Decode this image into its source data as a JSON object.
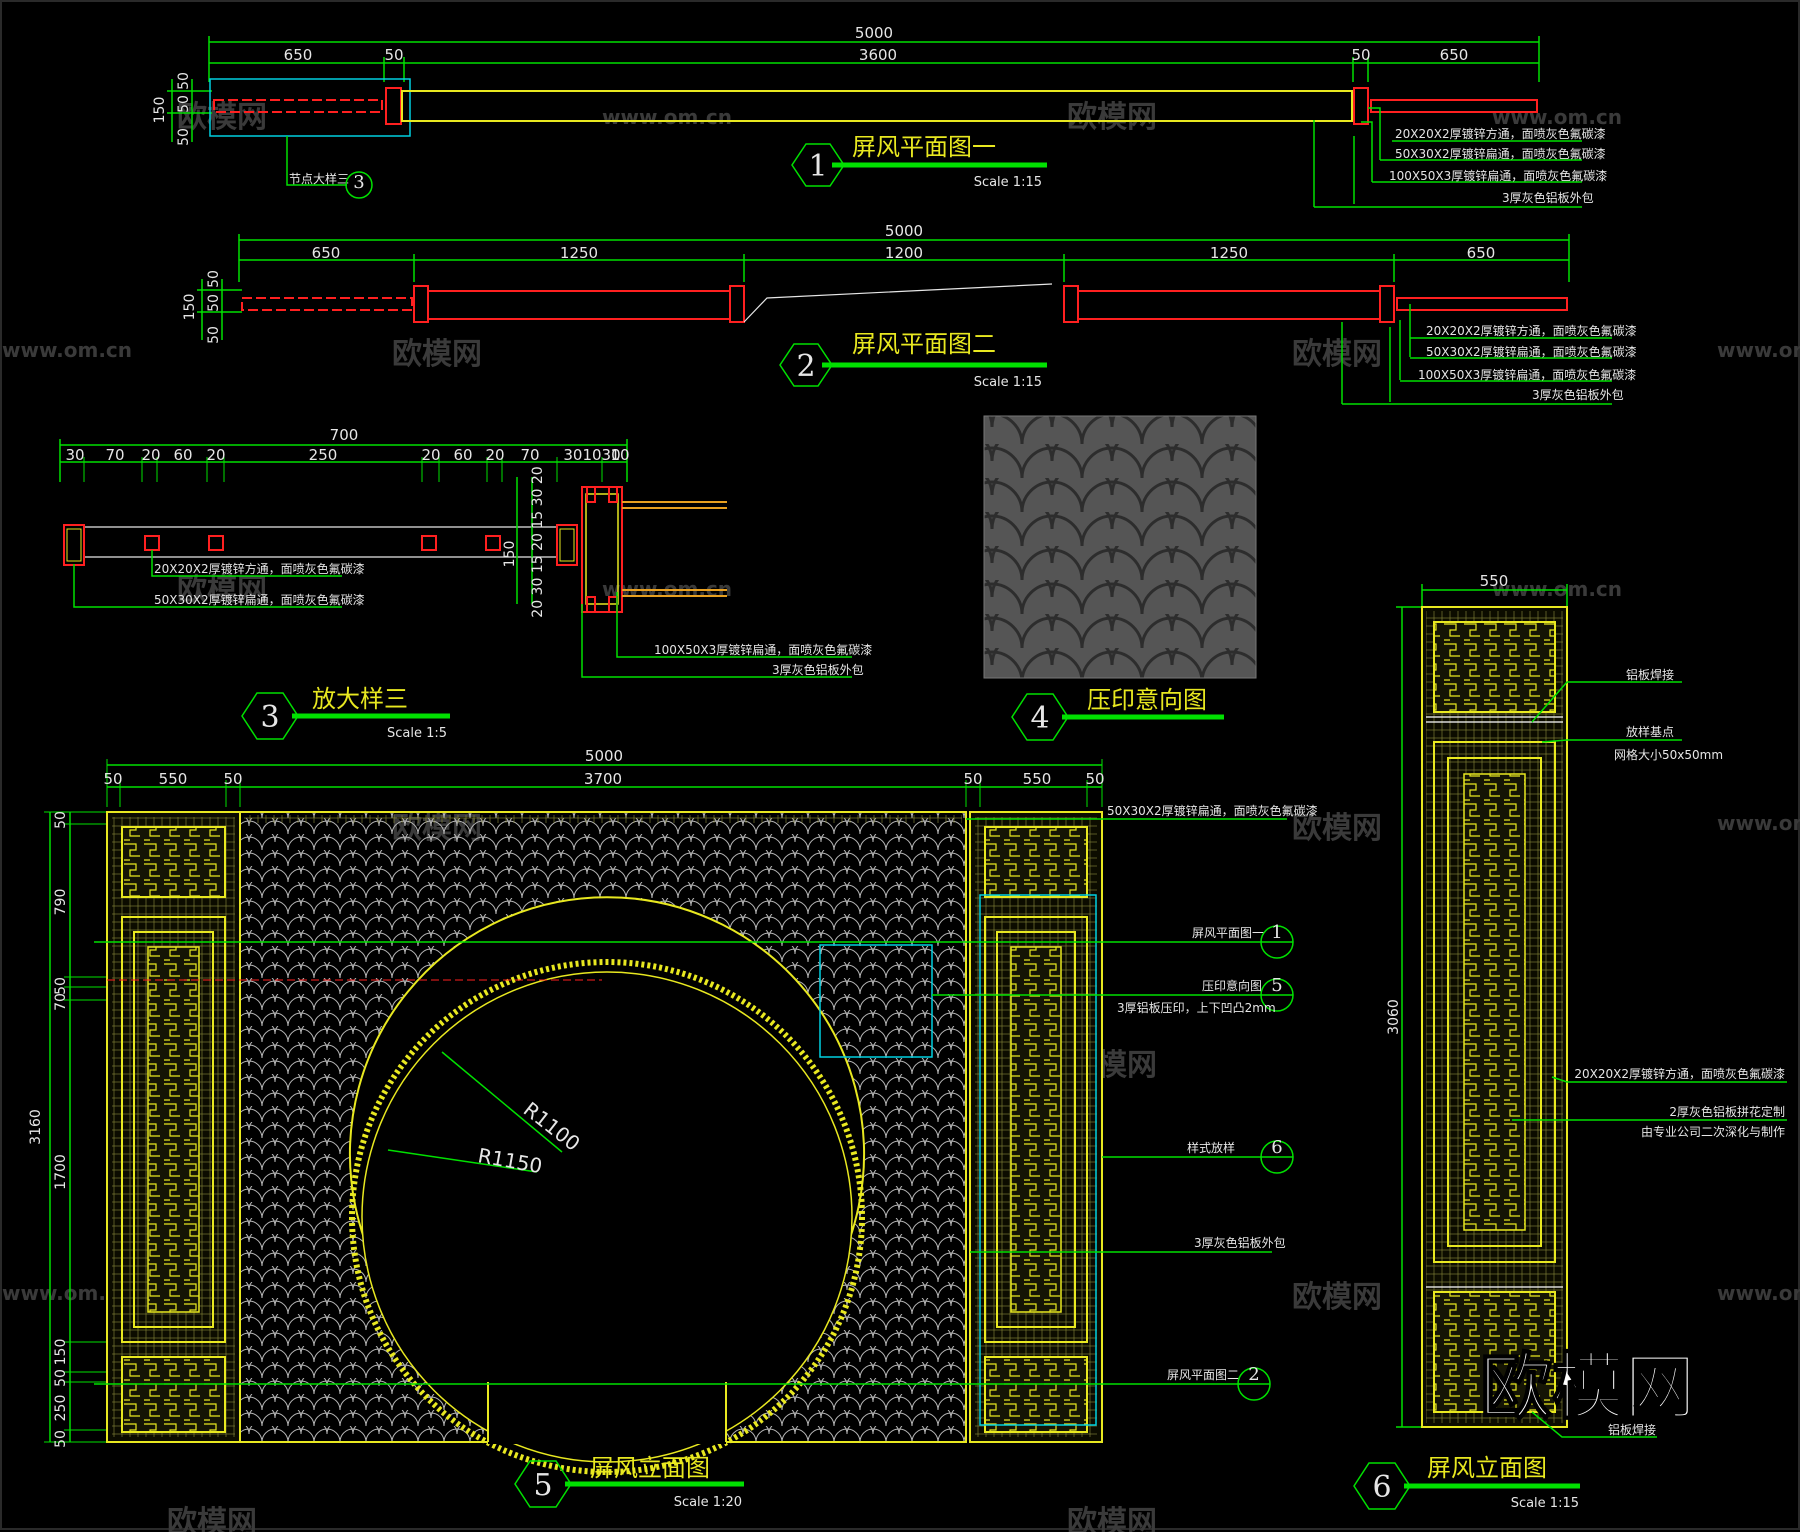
{
  "plan1": {
    "num": "1",
    "title": "屏风平面图一",
    "scale": "Scale 1:15",
    "dims_top": {
      "total": "5000",
      "d1": "650",
      "d2": "50",
      "d3": "3600",
      "d4": "50",
      "d5": "650"
    },
    "dims_left": {
      "d1": "50",
      "d2": "50",
      "d3": "50",
      "total": "150"
    },
    "detail_ref": {
      "label": "节点大样三",
      "num": "3"
    },
    "notes": [
      "20X20X2厚镀锌方通，面喷灰色氟碳漆",
      "50X30X2厚镀锌扁通，面喷灰色氟碳漆",
      "100X50X3厚镀锌扁通，面喷灰色氟碳漆",
      "3厚灰色铝板外包"
    ]
  },
  "plan2": {
    "num": "2",
    "title": "屏风平面图二",
    "scale": "Scale 1:15",
    "dims_top": {
      "total": "5000",
      "d1": "650",
      "d2": "1250",
      "d3": "1200",
      "d4": "1250",
      "d5": "650"
    },
    "dims_left": {
      "d1": "50",
      "d2": "50",
      "d3": "50",
      "total": "150"
    },
    "notes": [
      "20X20X2厚镀锌方通，面喷灰色氟碳漆",
      "50X30X2厚镀锌扁通，面喷灰色氟碳漆",
      "100X50X3厚镀锌扁通，面喷灰色氟碳漆",
      "3厚灰色铝板外包"
    ]
  },
  "detail3": {
    "num": "3",
    "title": "放大样三",
    "scale": "Scale 1:5",
    "dims_top": {
      "total": "700",
      "a": "30",
      "b": "70",
      "c": "20",
      "d": "60",
      "e": "20",
      "f": "250",
      "g": "20",
      "h": "60",
      "i": "20",
      "j": "70",
      "k": "301030",
      "l": "10"
    },
    "dims_v": {
      "total": "150",
      "a": "20 30 15 20 15 30 20"
    },
    "notes": [
      "20X20X2厚镀锌方通，面喷灰色氟碳漆",
      "50X30X2厚镀锌扁通，面喷灰色氟碳漆",
      "100X50X3厚镀锌扁通，面喷灰色氟碳漆",
      "3厚灰色铝板外包"
    ]
  },
  "texture4": {
    "num": "4",
    "title": "压印意向图"
  },
  "elev5": {
    "num": "5",
    "title": "屏风立面图",
    "scale": "Scale 1:20",
    "dims_top": {
      "total": "5000",
      "a": "50",
      "b": "550",
      "c": "50",
      "d": "3700",
      "e": "50",
      "f": "550",
      "g": "50"
    },
    "dims_left": {
      "total": "3160",
      "a": "50",
      "b": "790",
      "c": "50",
      "d": "70",
      "e": "1700",
      "f": "150",
      "g": "50",
      "h": "250",
      "i": "50"
    },
    "radius_inner": "R1100",
    "radius_outer": "R1150",
    "notes": {
      "top": "50X30X2厚镀锌扁通，面喷灰色氟碳漆",
      "ref1": "屏风平面图一",
      "ref1_num": "1",
      "ref5": "压印意向图",
      "ref5_num": "5",
      "emboss": "3厚铝板压印，上下凹凸2mm",
      "ref6": "样式放样",
      "ref6_num": "6",
      "clad": "3厚灰色铝板外包",
      "ref2": "屏风平面图二",
      "ref2_num": "2"
    }
  },
  "elev6": {
    "num": "6",
    "title": "屏风立面图",
    "scale": "Scale 1:15",
    "dim_w": "550",
    "dim_h": "3060",
    "notes": [
      "铝板焊接",
      "放样基点",
      "网格大小50x50mm",
      "20X20X2厚镀锌方通，面喷灰色氟碳漆",
      "2厚灰色铝板拼花定制",
      "由专业公司二次深化与制作",
      "铝板焊接"
    ]
  },
  "watermark": {
    "text": "欧模网",
    "url": "www.om.cn"
  },
  "colors": {
    "dim": "#00e000",
    "frame": "#e8e820",
    "section": "#ff2020",
    "highlight": "#00d0e0",
    "text": "#e6e6e6"
  }
}
